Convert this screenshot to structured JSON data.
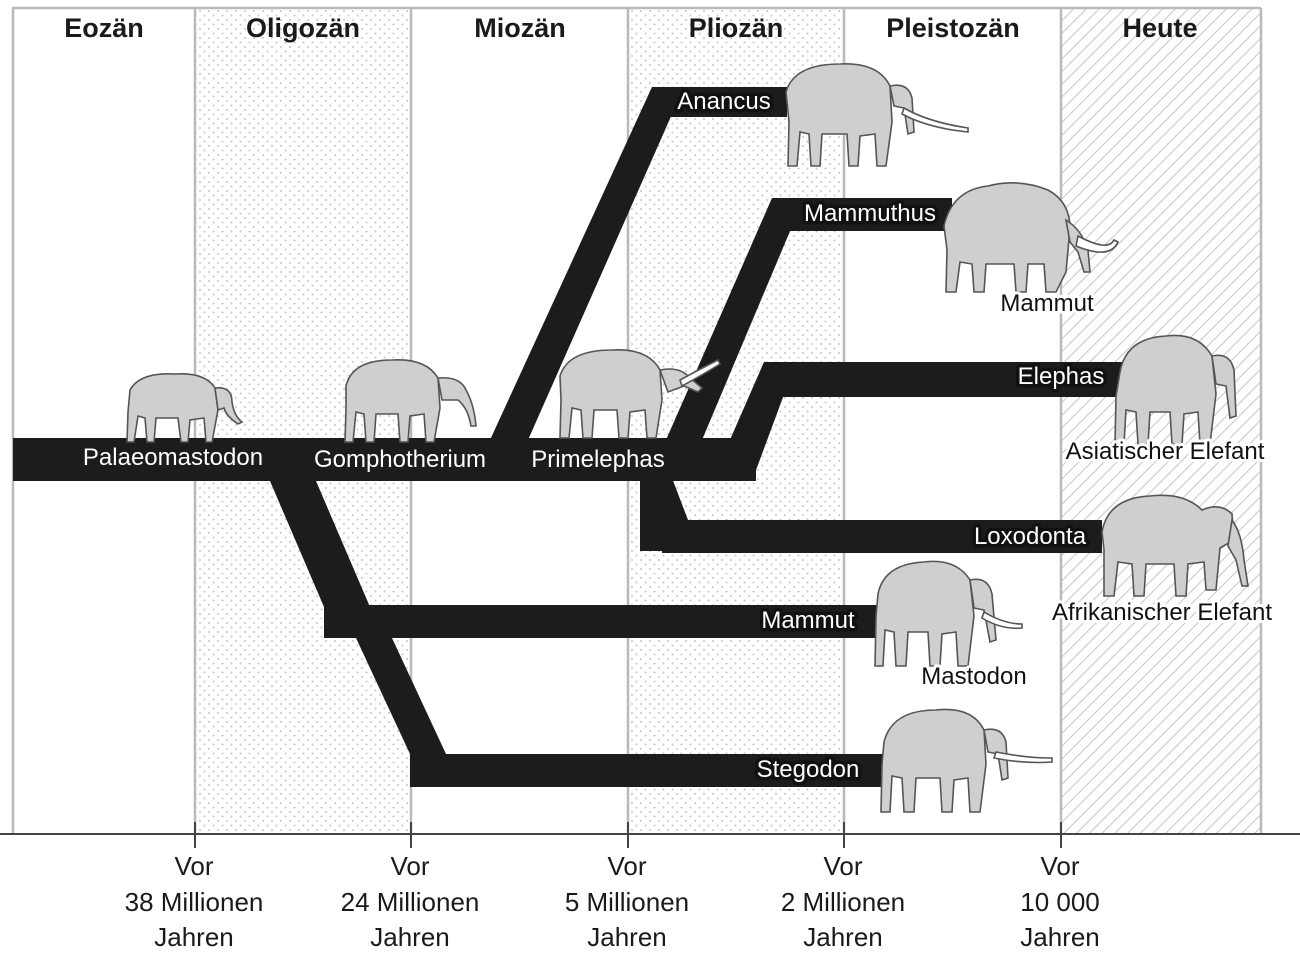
{
  "eras": [
    {
      "label": "Eozän",
      "shade": "plain"
    },
    {
      "label": "Oligozän",
      "shade": "dots"
    },
    {
      "label": "Miozän",
      "shade": "plain"
    },
    {
      "label": "Pliozän",
      "shade": "dots"
    },
    {
      "label": "Pleistozän",
      "shade": "plain"
    },
    {
      "label": "Heute",
      "shade": "hatch"
    }
  ],
  "time_ticks": [
    {
      "line1": "Vor",
      "line2": "38 Millionen",
      "line3": "Jahren"
    },
    {
      "line1": "Vor",
      "line2": "24 Millionen",
      "line3": "Jahren"
    },
    {
      "line1": "Vor",
      "line2": "5 Millionen",
      "line3": "Jahren"
    },
    {
      "line1": "Vor",
      "line2": "2 Millionen",
      "line3": "Jahren"
    },
    {
      "line1": "Vor",
      "line2": "10 000",
      "line3": "Jahren"
    }
  ],
  "branch_labels": {
    "palaeomastodon": "Palaeomastodon",
    "gomphotherium": "Gomphotherium",
    "primelephas": "Primelephas",
    "anancus": "Anancus",
    "mammuthus": "Mammuthus",
    "elephas": "Elephas",
    "loxodonta": "Loxodonta",
    "mammut": "Mammut",
    "stegodon": "Stegodon"
  },
  "animal_labels": {
    "mammoth": "Mammut",
    "asian_elephant": "Asiatischer Elefant",
    "african_elephant": "Afrikanischer Elefant",
    "mastodon": "Mastodon"
  },
  "colors": {
    "branch": "#1c1c1c",
    "grid_line": "#b9b9b9",
    "dot": "#c2c2c2",
    "hatch": "#c8c8c8",
    "animal_fill": "#cfcfcf",
    "animal_stroke": "#555555",
    "axis": "#444444"
  }
}
